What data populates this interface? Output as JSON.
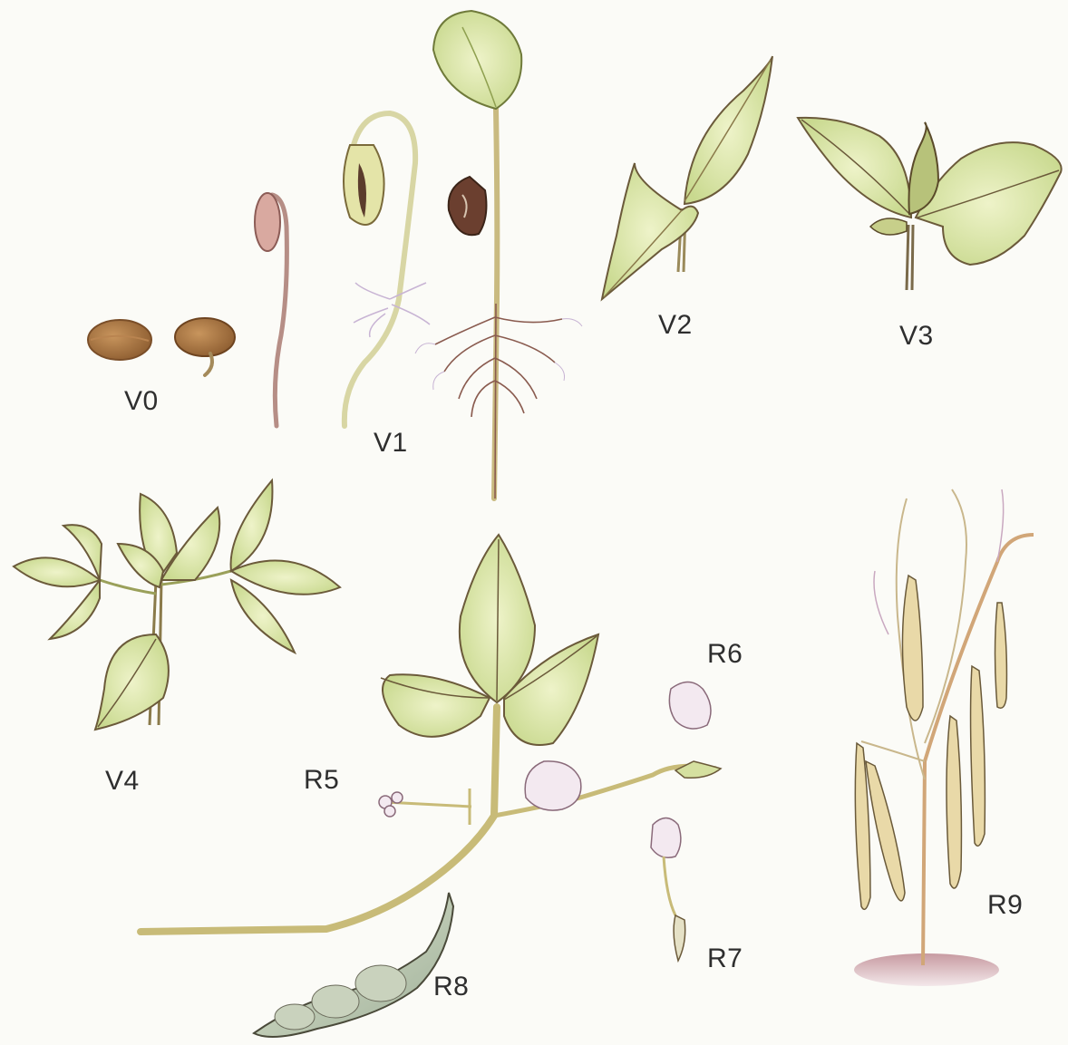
{
  "stage_labels": {
    "v0": "V0",
    "v1": "V1",
    "v2": "V2",
    "v3": "V3",
    "v4": "V4",
    "r5": "R5",
    "r6": "R6",
    "r7": "R7",
    "r8": "R8",
    "r9": "R9"
  },
  "colors": {
    "background": "#fbfbf7",
    "leaf_fill": "#d9e6a6",
    "leaf_vein": "#6b5a3a",
    "stem": "#b9a46a",
    "seed": "#9a6a3a",
    "root": "#8a5b4f",
    "flower": "#f2e6ef",
    "pod": "#bcc9a9",
    "soil": "#c9a3a8"
  }
}
